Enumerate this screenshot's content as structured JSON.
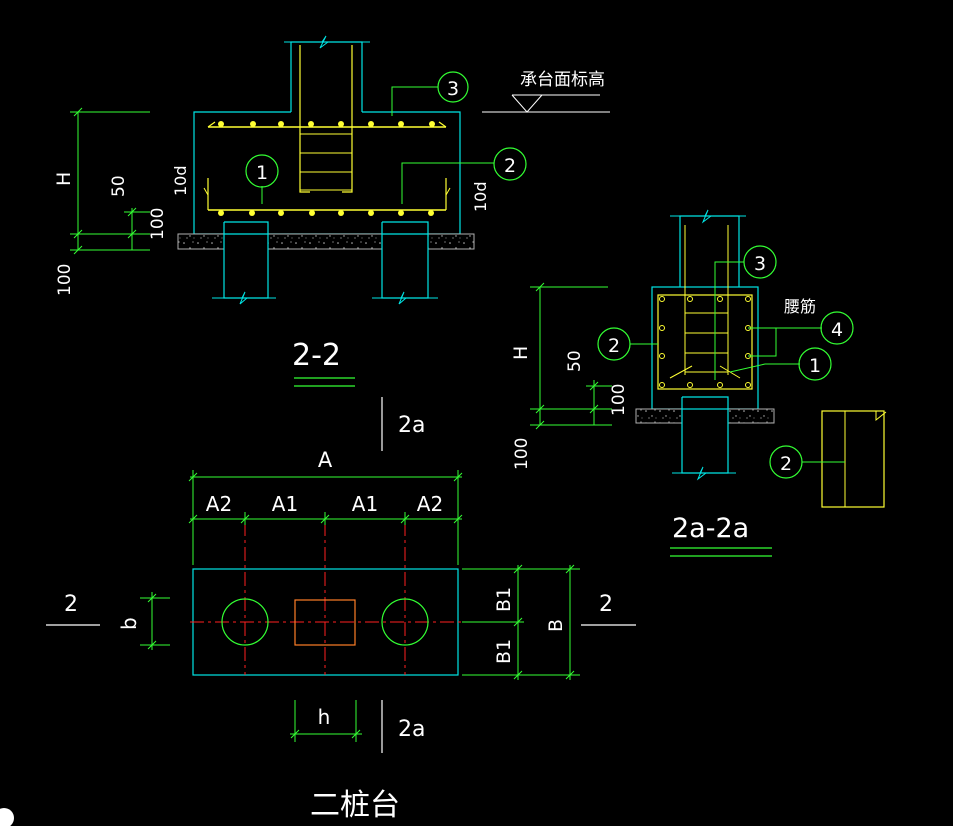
{
  "colors": {
    "background": "#000000",
    "cyan": "#00e5e5",
    "yellow": "#ffff33",
    "green": "#33ff33",
    "white": "#ffffff",
    "red": "#ff2020",
    "orange": "#ff7f27",
    "grey": "#b0b0b0"
  },
  "section_22": {
    "title": "2-2",
    "label_elevation": "承台面标高",
    "dim_H": "H",
    "dim_50": "50",
    "dim_100a": "100",
    "dim_100b": "100",
    "dim_10d_left": "10d",
    "dim_10d_right": "10d",
    "callout_1": "1",
    "callout_2": "2",
    "callout_3": "3",
    "cut_mark": "2a"
  },
  "section_2a2a": {
    "title": "2a-2a",
    "label_waist_rebar": "腰筋",
    "dim_H": "H",
    "dim_50": "50",
    "dim_100a": "100",
    "dim_100b": "100",
    "callout_1": "1",
    "callout_2_left": "2",
    "callout_3": "3",
    "callout_4": "4",
    "callout_2_detail": "2"
  },
  "plan": {
    "title": "二桩台",
    "dim_A": "A",
    "dim_A2_left": "A2",
    "dim_A1_left": "A1",
    "dim_A1_right": "A1",
    "dim_A2_right": "A2",
    "dim_B1_top": "B1",
    "dim_B1_bottom": "B1",
    "dim_B": "B",
    "dim_b": "b",
    "dim_h": "h",
    "cut_left": "2",
    "cut_right": "2",
    "cut_bottom": "2a"
  }
}
